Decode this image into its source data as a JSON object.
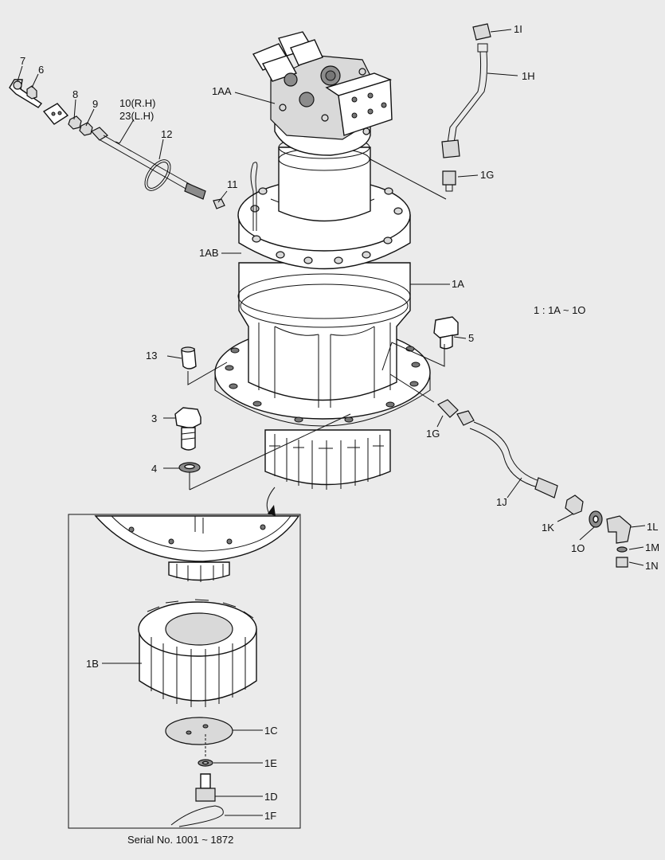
{
  "callouts": {
    "c7": "7",
    "c6": "6",
    "c8": "8",
    "c9": "9",
    "c10": "10(R.H)",
    "c23": "23(L.H)",
    "c12": "12",
    "c11": "11",
    "c1AA": "1AA",
    "c1AB": "1AB",
    "c1A": "1A",
    "c1I": "1I",
    "c1H": "1H",
    "c1G_top": "1G",
    "c1G_bot": "1G",
    "c5": "5",
    "c13": "13",
    "c3": "3",
    "c4": "4",
    "c1J": "1J",
    "c1K": "1K",
    "c1O": "1O",
    "c1L": "1L",
    "c1M": "1M",
    "c1N": "1N",
    "c1B": "1B",
    "c1C": "1C",
    "c1E": "1E",
    "c1D": "1D",
    "c1F": "1F"
  },
  "note": "1 : 1A  ~ 1O",
  "serial": "Serial No. 1001 ~ 1872"
}
